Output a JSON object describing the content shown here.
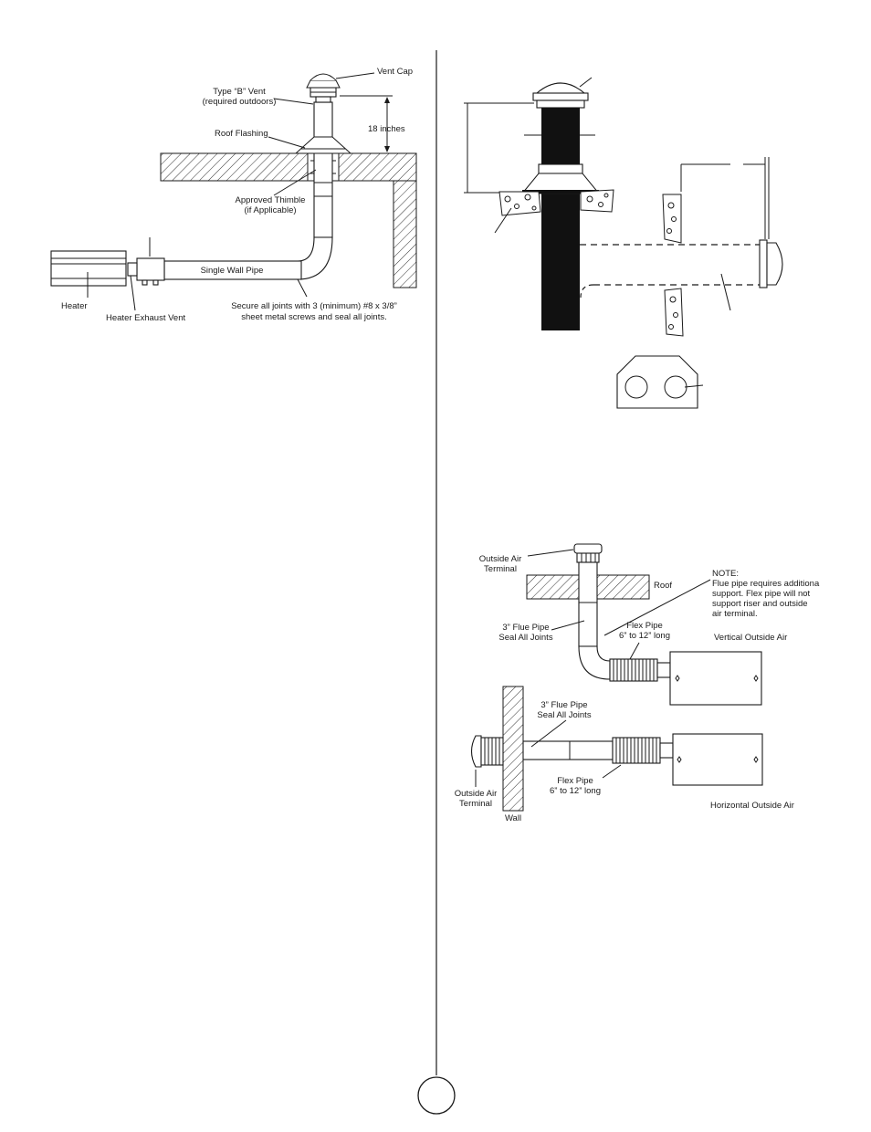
{
  "diagram1": {
    "labels": {
      "vent_cap": "Vent Cap",
      "type_b_vent": "Type “B” Vent",
      "type_b_vent_sub": "(required outdoors)",
      "roof_flashing": "Roof Flashing",
      "eighteen_inches": "18 inches",
      "approved_thimble": "Approved Thimble",
      "approved_thimble_sub": "(if Applicable)",
      "single_wall_pipe": "Single Wall Pipe",
      "heater": "Heater",
      "heater_exhaust_vent": "Heater Exhaust Vent",
      "secure_line1": "Secure all joints with 3 (minimum) #8 x 3/8”",
      "secure_line2": "sheet metal screws and seal all joints."
    }
  },
  "diagram3": {
    "labels": {
      "outside_air_terminal_1": "Outside Air",
      "outside_air_terminal_2": "Terminal",
      "roof": "Roof",
      "note_title": "NOTE:",
      "note_line1": "Flue pipe requires additiona",
      "note_line2": "support. Flex pipe will not",
      "note_line3": "support riser and outside",
      "note_line4": "air terminal.",
      "flue_pipe_v_1": "3” Flue Pipe",
      "flue_pipe_v_2": "Seal All Joints",
      "flex_pipe_v_1": "Flex Pipe",
      "flex_pipe_v_2": "6” to 12” long",
      "vertical_outside_air": "Vertical Outside Air",
      "flue_pipe_h_1": "3” Flue Pipe",
      "flue_pipe_h_2": "Seal All Joints",
      "flex_pipe_h_1": "Flex Pipe",
      "flex_pipe_h_2": "6” to 12” long",
      "outside_air_h_1": "Outside Air",
      "outside_air_h_2": "Terminal",
      "wall": "Wall",
      "horizontal_outside_air": "Horizontal Outside Air"
    }
  }
}
